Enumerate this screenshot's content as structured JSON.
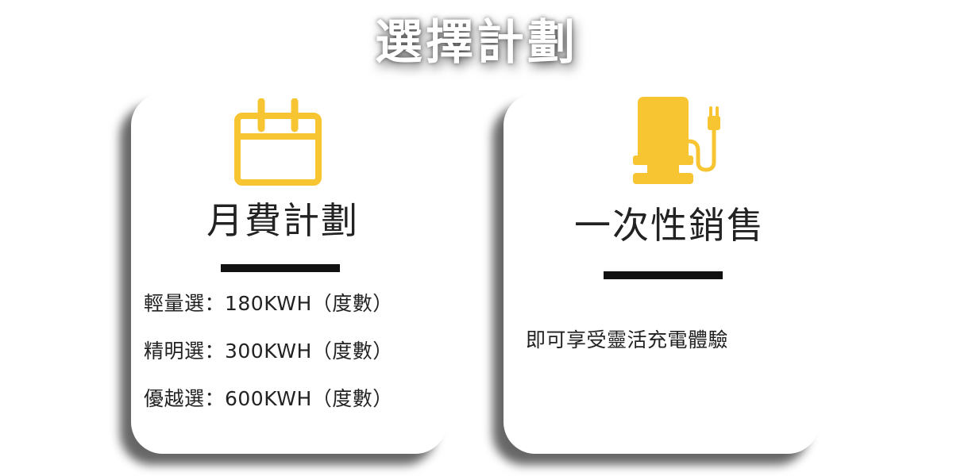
{
  "page": {
    "title": "選擇計劃"
  },
  "colors": {
    "accent": "#F7C531",
    "text": "#222222",
    "divider": "#111111"
  },
  "monthly_plan": {
    "icon": "calendar-icon",
    "title": "月費計劃",
    "items": [
      "輕量選：180KWH（度數）",
      "精明選：300KWH（度數）",
      "優越選：600KWH（度數）"
    ]
  },
  "one_time_sale": {
    "icon": "ev-charger-icon",
    "title": "一次性銷售",
    "description": "即可享受靈活充電體驗"
  }
}
